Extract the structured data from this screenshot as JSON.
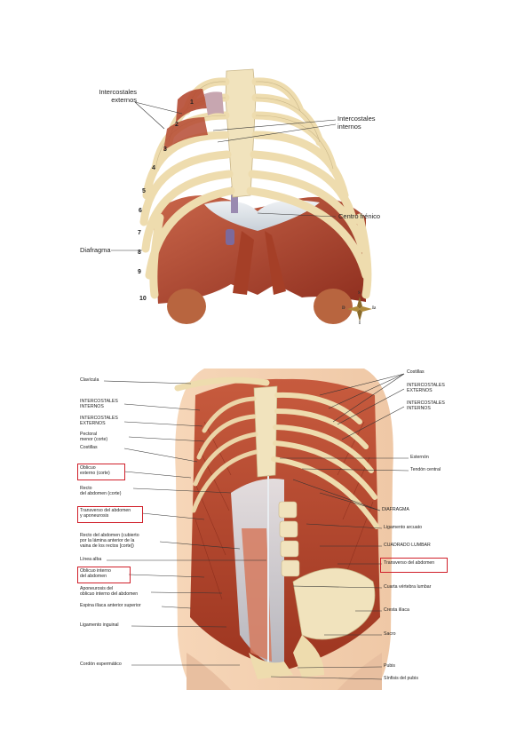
{
  "figure1": {
    "labels": {
      "intercostales_externos": "Intercostales\nexternos",
      "intercostales_internos": "Intercostales\ninternos",
      "centro_frenico": "Centro frénico",
      "diafragma": "Diafragma"
    },
    "rib_numbers": [
      "1",
      "2",
      "3",
      "4",
      "5",
      "6",
      "7",
      "8",
      "9",
      "10"
    ],
    "compass": {
      "n": "S",
      "s": "I",
      "w": "D",
      "e": "Iz"
    }
  },
  "figure2": {
    "left_labels": [
      "Clavícula",
      "INTERCOSTALES\nINTERNOS",
      "INTERCOSTALES\nEXTERNOS",
      "Pectoral\nmenor (corte)",
      "Costillas",
      "Oblicuo\nexterno (corte)",
      "Recto\ndel abdomen (corte)",
      "Transverso del abdomen\ny aponeurosis",
      "Recto del abdomen (cubierto\npor la lámina anterior de la\nvaina de los rectos [corte])",
      "Línea alba",
      "Oblicuo interno\ndel abdomen",
      "Aponeurosis del\noblicuo interno del abdomen",
      "Espina ilíaca anterior superior",
      "Ligamento inguinal",
      "Cordón espermático"
    ],
    "right_labels": [
      "Costillas",
      "INTERCOSTALES\nEXTERNOS",
      "INTERCOSTALES\nINTERNOS",
      "Esternón",
      "Tendón central",
      "DIAFRAGMA",
      "Ligamento arcuato",
      "CUADRADO LUMBAR",
      "Transverso del abdomen",
      "Cuarta vértebra lumbar",
      "Cresta ilíaca",
      "Sacro",
      "Pubis",
      "Sínfisis del pubis"
    ]
  },
  "colors": {
    "highlight_box": "#d0202a",
    "bone": "#f1e3bd",
    "muscle": "#b5472f",
    "tendon": "#d9dfe6"
  }
}
